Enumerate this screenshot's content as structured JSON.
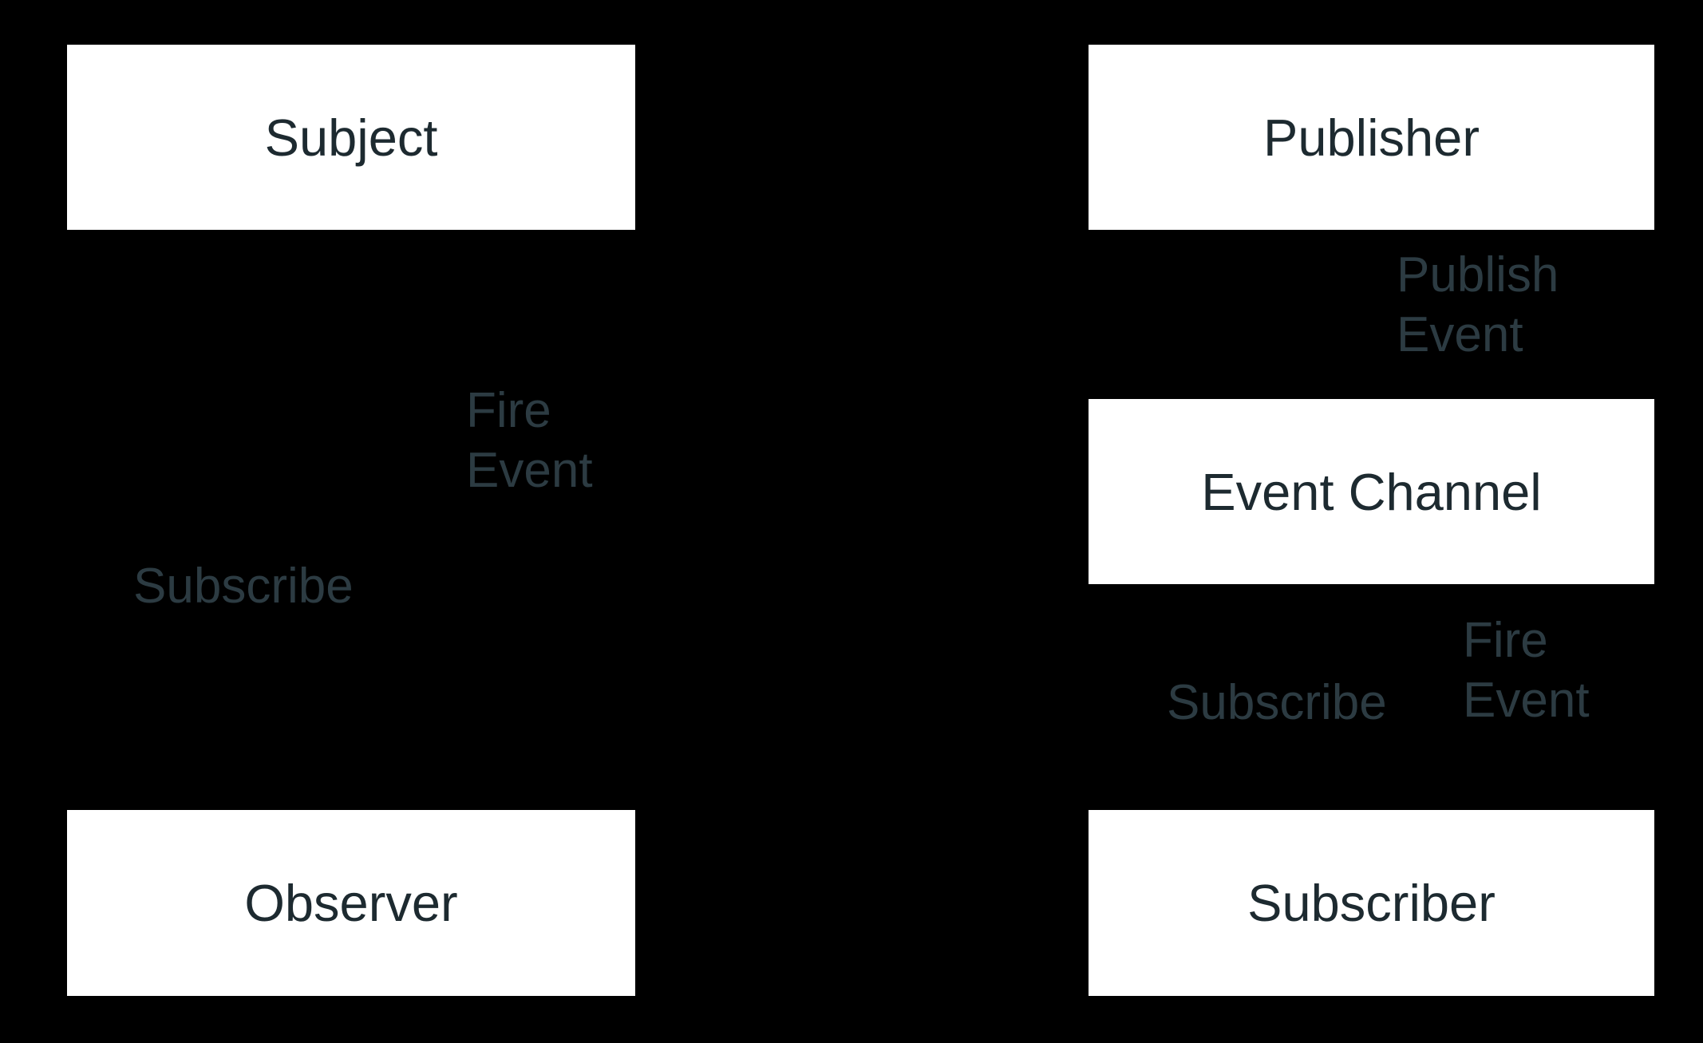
{
  "colors": {
    "background": "#000000",
    "node_fill": "#ffffff",
    "node_text": "#1d2a30",
    "edge_text": "#2c3b42"
  },
  "observer_pattern": {
    "nodes": {
      "subject": {
        "label": "Subject"
      },
      "observer": {
        "label": "Observer"
      }
    },
    "edge_labels": {
      "fire_event": {
        "line1": "Fire",
        "line2": "Event"
      },
      "subscribe": {
        "line1": "Subscribe"
      }
    }
  },
  "pubsub_pattern": {
    "nodes": {
      "publisher": {
        "label": "Publisher"
      },
      "event_channel": {
        "label": "Event Channel"
      },
      "subscriber": {
        "label": "Subscriber"
      }
    },
    "edge_labels": {
      "publish_event": {
        "line1": "Publish",
        "line2": "Event"
      },
      "subscribe": {
        "line1": "Subscribe"
      },
      "fire_event": {
        "line1": "Fire",
        "line2": "Event"
      }
    }
  }
}
